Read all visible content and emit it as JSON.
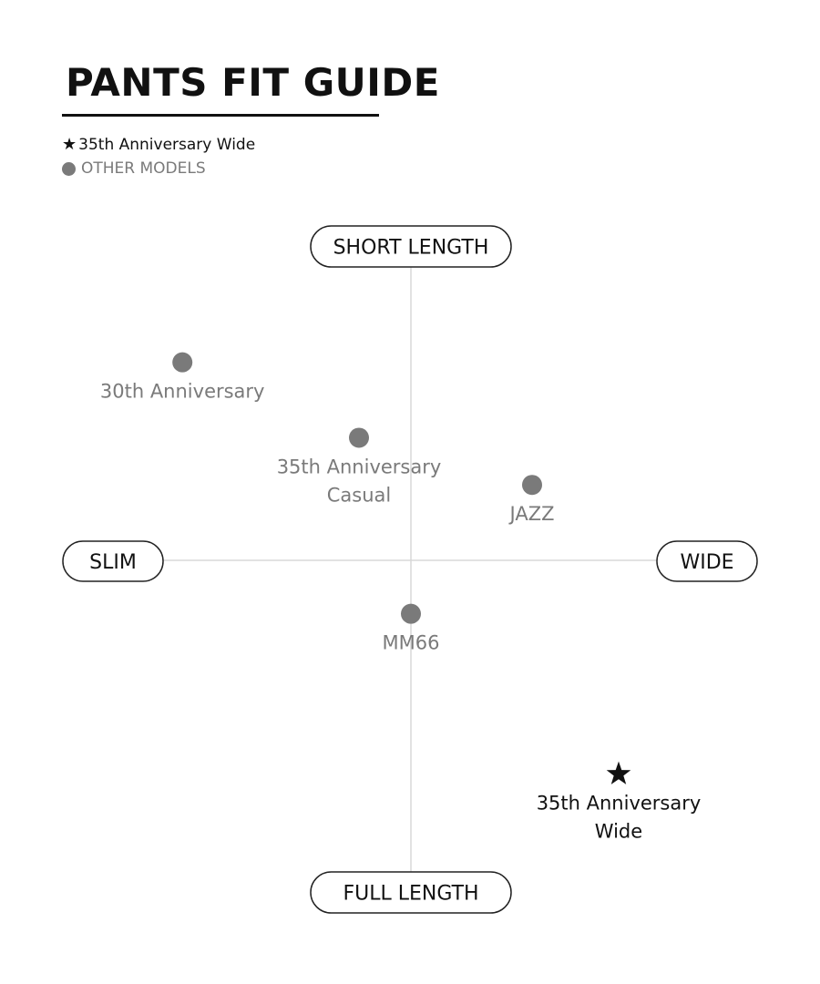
{
  "title": "PANTS FIT GUIDE",
  "legend": {
    "highlight_symbol": "★",
    "highlight_label": "35th Anniversary Wide",
    "other_label": "OTHER MODELS"
  },
  "colors": {
    "highlight": "#111111",
    "other": "#7a7a7a",
    "axis": "#d8d8d8",
    "pill_border": "#222222"
  },
  "chart_data": {
    "type": "scatter",
    "x_axis": {
      "min_label": "SLIM",
      "max_label": "WIDE",
      "range": [
        -1,
        1
      ]
    },
    "y_axis": {
      "min_label": "FULL LENGTH",
      "max_label": "SHORT LENGTH",
      "range": [
        -1,
        1
      ]
    },
    "grid": false,
    "legend_position": "top-left",
    "points": [
      {
        "label_lines": [
          "30th Anniversary"
        ],
        "x": -0.66,
        "y": 0.63,
        "marker": "circle",
        "group": "other"
      },
      {
        "label_lines": [
          "35th Anniversary",
          "Casual"
        ],
        "x": -0.15,
        "y": 0.39,
        "marker": "circle",
        "group": "other"
      },
      {
        "label_lines": [
          "JAZZ"
        ],
        "x": 0.35,
        "y": 0.24,
        "marker": "circle",
        "group": "other"
      },
      {
        "label_lines": [
          "MM66"
        ],
        "x": 0.0,
        "y": -0.17,
        "marker": "circle",
        "group": "other"
      },
      {
        "label_lines": [
          "35th Anniversary",
          "Wide"
        ],
        "x": 0.6,
        "y": -0.68,
        "marker": "star",
        "group": "highlight"
      }
    ]
  }
}
